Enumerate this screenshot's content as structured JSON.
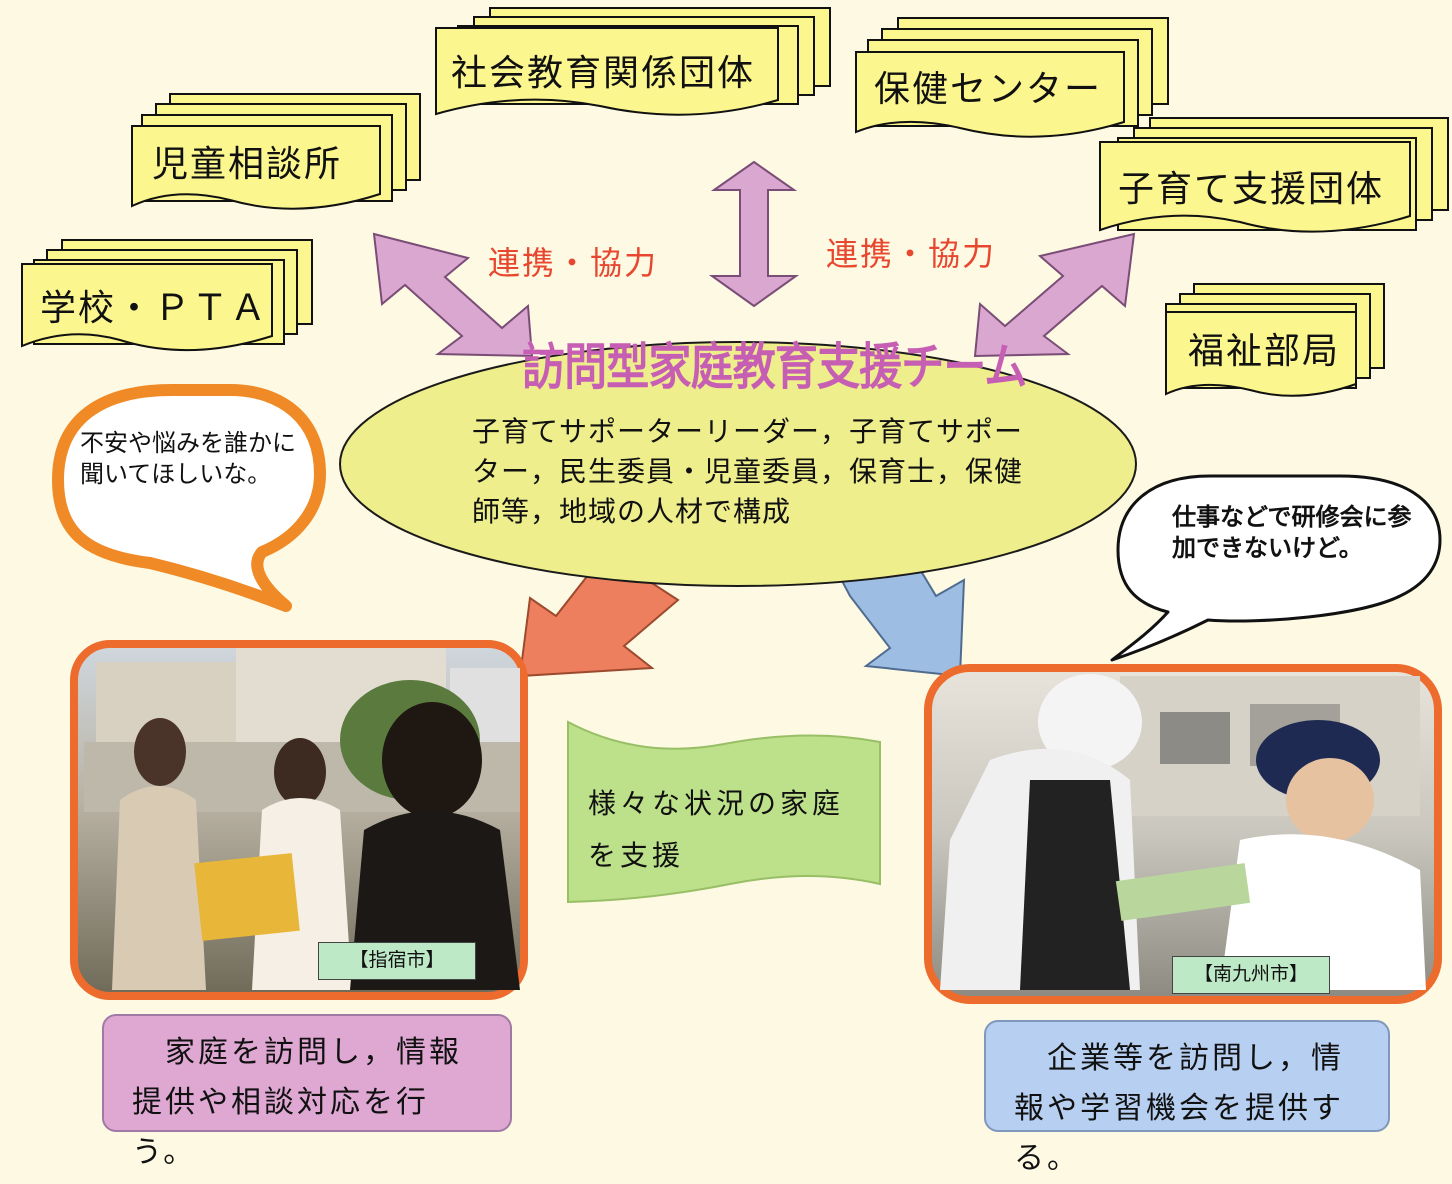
{
  "organizations": {
    "social_education": "社会教育関係団体",
    "health_center": "保健センター",
    "child_guidance": "児童相談所",
    "child_support": "子育て支援団体",
    "school_pta": "学校・ＰＴＡ",
    "welfare": "福祉部局"
  },
  "collaboration_left": "連携・協力",
  "collaboration_right": "連携・協力",
  "team": {
    "title": "訪問型家庭教育支援チーム",
    "members": "子育てサポーターリーダー，子育てサポーター，民生委員・児童委員，保育士，保健師等，地域の人材で構成"
  },
  "bubble_left": "不安や悩みを誰かに聞いてほしいな。",
  "bubble_right": "仕事などで研修会に参加できないけど。",
  "support_banner": "様々な状況の家庭を支援",
  "photo_left": {
    "caption": "【指宿市】"
  },
  "photo_right": {
    "caption": "【南九州市】"
  },
  "home_visit": "　家庭を訪問し，情報提供や相談対応を行う。",
  "company_visit": "　企業等を訪問し，情報や学習機会を提供する。",
  "colors": {
    "background": "#fdf9e2",
    "note_fill": "#fbf68e",
    "arrow_purple": "#d9a7d0",
    "arrow_orange": "#ee7f5e",
    "arrow_blue": "#9dbde2",
    "ellipse_fill": "#eeee8d",
    "bubble_border": "#f08a26",
    "flag_fill": "#bde08a",
    "box_pink": "#dfa8d3",
    "box_blue": "#b7cff0",
    "photo_frame": "#ec6b2d"
  }
}
